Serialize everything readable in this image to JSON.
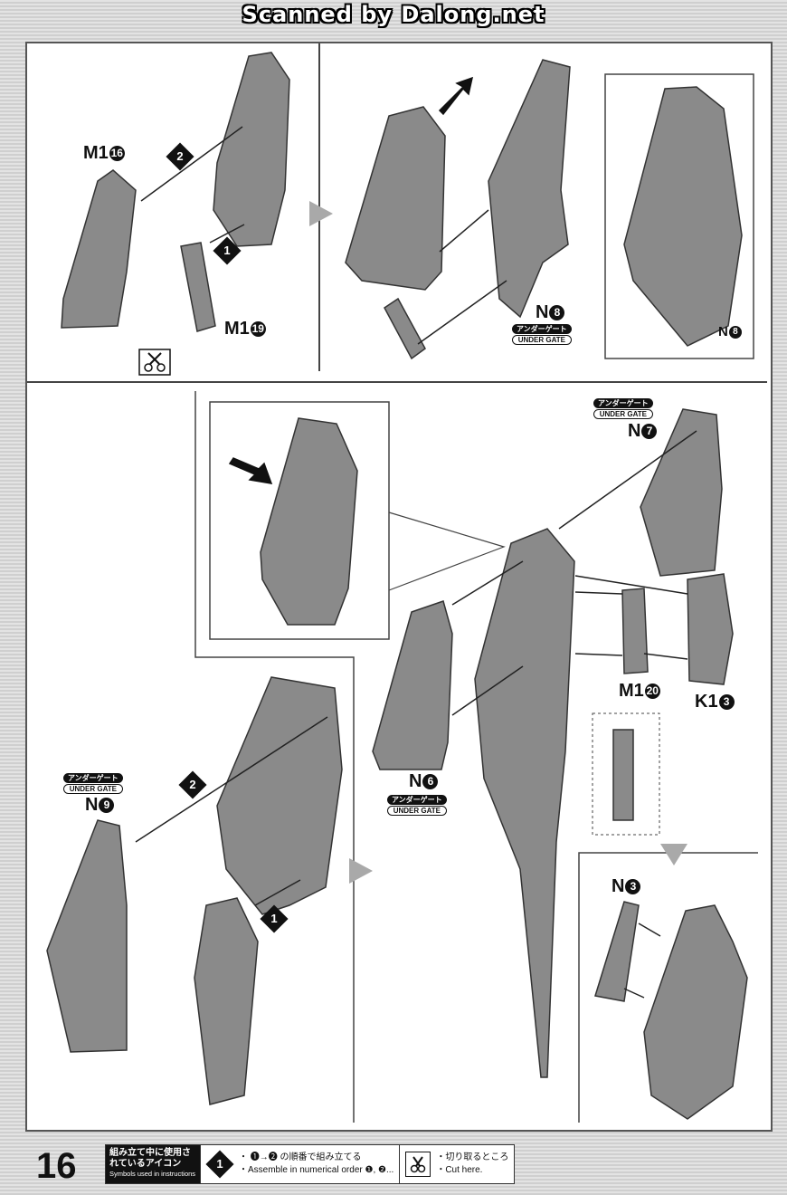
{
  "banner": "Scanned by Dalong.net",
  "page_number": "16",
  "parts": {
    "m1_16": {
      "code": "M1",
      "num": "16"
    },
    "m1_19": {
      "code": "M1",
      "num": "19"
    },
    "n8_top": {
      "code": "N",
      "num": "8"
    },
    "n8_box": {
      "code": "N",
      "num": "8"
    },
    "n7": {
      "code": "N",
      "num": "7"
    },
    "m1_20": {
      "code": "M1",
      "num": "20"
    },
    "k1_3": {
      "code": "K1",
      "num": "3"
    },
    "n6": {
      "code": "N",
      "num": "6"
    },
    "n9": {
      "code": "N",
      "num": "9"
    },
    "n3": {
      "code": "N",
      "num": "3"
    }
  },
  "steps": {
    "one": "1",
    "two": "2"
  },
  "under_gate": {
    "jp": "アンダーゲート",
    "en": "UNDER GATE"
  },
  "legend": {
    "title_jp": "組み立て中に使用されているアイコン",
    "title_en": "Symbols used in instructions",
    "step_icon": "1",
    "step_jp": "・ ❶→❷ の順番で組み立てる",
    "step_en": "・Assemble in numerical order ❶, ❷...",
    "cut_jp": "・切り取るところ",
    "cut_en": "・Cut here."
  }
}
